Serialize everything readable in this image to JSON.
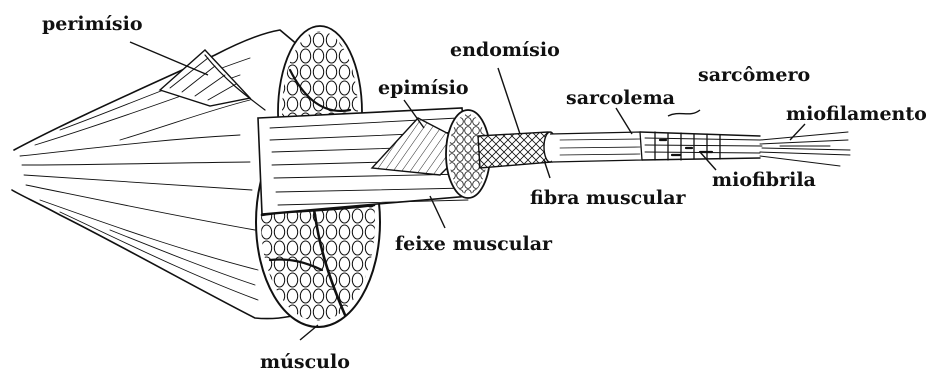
{
  "labels": {
    "perimisio": "perimísio",
    "endomisio": "endomísio",
    "epimisio": "epimísio",
    "sarcomero": "sarcômero",
    "sarcolema": "sarcolema",
    "miofilamento": "miofilamento",
    "miofibrila": "miofibrila",
    "fibra_muscular": "fibra muscular",
    "feixe_muscular": "feixe muscular",
    "musculo": "músculo"
  },
  "colors": {
    "ink": "#111111",
    "background": "#ffffff"
  }
}
